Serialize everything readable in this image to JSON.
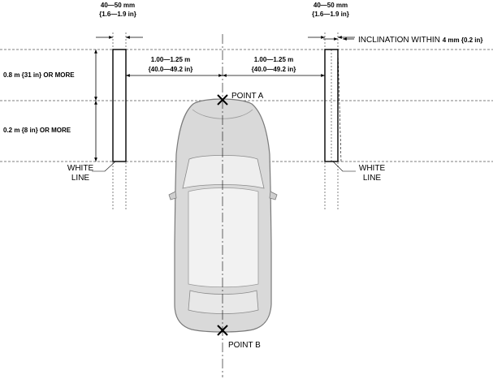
{
  "labels": {
    "width_mm": "40—50 mm",
    "width_in": "{1.6—1.9 in}",
    "dist_m": "1.00—1.25 m",
    "dist_in": "{40.0—49.2 in}",
    "upper_len": "0.8 m {31 in} OR MORE",
    "lower_len": "0.2 m {8 in} OR MORE",
    "incl_prefix": "INCLINATION WITHIN ",
    "incl_value": "4 mm {0.2 in}",
    "point_a": "POINT A",
    "point_b": "POINT B",
    "white": "WHITE",
    "line": "LINE"
  },
  "colors": {
    "line": "#000000",
    "car_body": "#d9d9d9",
    "car_glass": "#eeeeee",
    "car_outline": "#7a7a7a"
  },
  "icons": [
    "cross-mark-icon"
  ]
}
